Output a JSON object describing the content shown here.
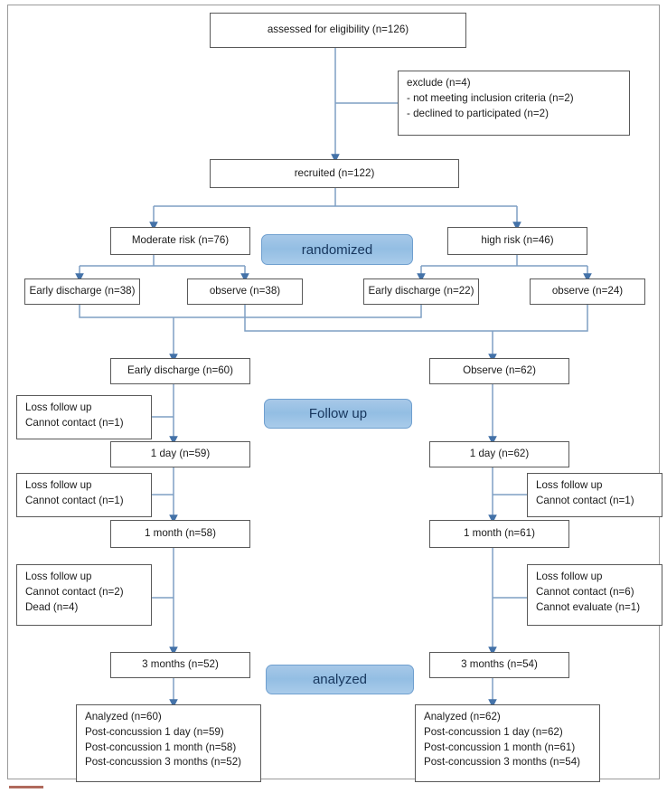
{
  "diagram": {
    "title": "CONSORT participant flow diagram",
    "colors": {
      "box_border": "#595959",
      "frame_border": "#9a9a9a",
      "connector": "#7F9FC4",
      "arrow": "#4472A8",
      "badge_fill": "#9CC3E5",
      "badge_border": "#6F9FCF",
      "badge_text": "#17365D",
      "artifact": "#B06A5C"
    },
    "nodes": {
      "assessed": "assessed for eligibility (n=126)",
      "exclude": [
        "exclude (n=4)",
        "- not meeting inclusion criteria (n=2)",
        "- declined to participated (n=2)"
      ],
      "recruited": "recruited (n=122)",
      "moderate_risk": "Moderate risk (n=76)",
      "high_risk": "high risk (n=46)",
      "early_discharge_38": "Early discharge (n=38)",
      "observe_38": "observe (n=38)",
      "early_discharge_22": "Early discharge (n=22)",
      "observe_24": "observe (n=24)",
      "early_discharge_60": "Early discharge (n=60)",
      "observe_62": "Observe (n=62)",
      "left_loss_1": [
        "Loss follow up",
        "Cannot contact (n=1)"
      ],
      "left_day1": "1 day (n=59)",
      "left_loss_2": [
        "Loss follow up",
        "Cannot contact (n=1)"
      ],
      "left_month1": "1 month (n=58)",
      "left_loss_3": [
        "Loss follow up",
        "Cannot contact (n=2)",
        "Dead (n=4)"
      ],
      "left_month3": "3 months (n=52)",
      "right_day1": "1 day (n=62)",
      "right_loss_1": [
        "Loss follow up",
        "Cannot contact (n=1)"
      ],
      "right_month1": "1 month (n=61)",
      "right_loss_2": [
        "Loss follow up",
        "Cannot contact (n=6)",
        "Cannot evaluate (n=1)"
      ],
      "right_month3": "3 months (n=54)",
      "left_analyzed": [
        "Analyzed (n=60)",
        "Post-concussion 1 day (n=59)",
        "Post-concussion 1 month (n=58)",
        "Post-concussion 3 months (n=52)"
      ],
      "right_analyzed": [
        "Analyzed (n=62)",
        "Post-concussion 1 day (n=62)",
        "Post-concussion 1 month (n=61)",
        "Post-concussion 3 months (n=54)"
      ]
    },
    "badges": {
      "randomized": "randomized",
      "follow_up": "Follow up",
      "analyzed": "analyzed"
    }
  }
}
